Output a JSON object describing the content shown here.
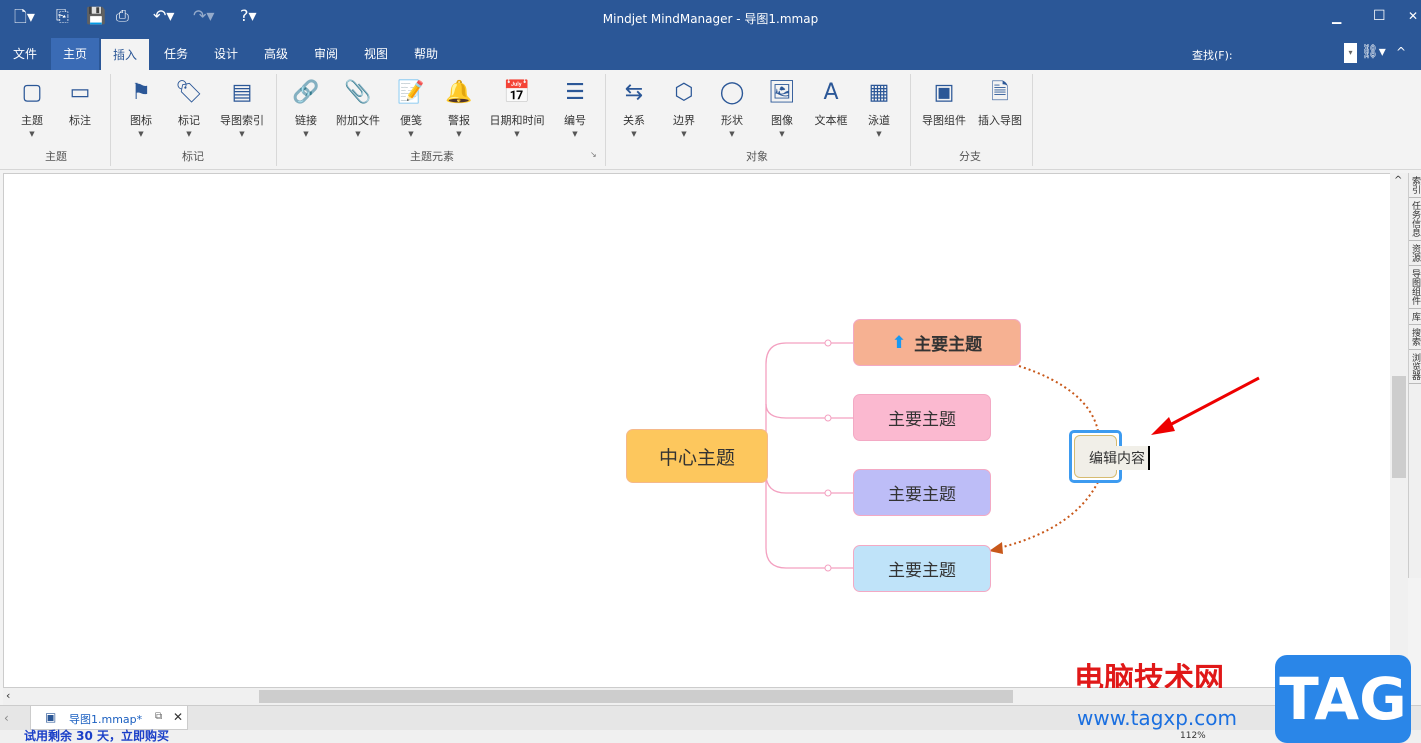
{
  "window": {
    "title": "Mindjet MindManager - 导图1.mmap",
    "min": "▁",
    "max": "☐",
    "close": "✕"
  },
  "quick_access": [
    "new-icon",
    "open-icon",
    "save-icon",
    "print-icon",
    "undo-icon",
    "redo-icon",
    "help-icon"
  ],
  "tabs": [
    "文件",
    "主页",
    "插入",
    "任务",
    "设计",
    "高级",
    "审阅",
    "视图",
    "帮助"
  ],
  "find": {
    "label": "查找(F):",
    "value": ""
  },
  "ribbon": {
    "groups": [
      "主题",
      "标记",
      "主题元素",
      "对象",
      "分支"
    ],
    "buttons": [
      {
        "label": "主题",
        "icon": "▢",
        "dd": true
      },
      {
        "label": "标注",
        "icon": "▭",
        "dd": false
      },
      {
        "label": "图标",
        "icon": "⚑",
        "dd": true
      },
      {
        "label": "标记",
        "icon": "🏷",
        "dd": true
      },
      {
        "label": "导图索引",
        "icon": "▤",
        "dd": true
      },
      {
        "label": "链接",
        "icon": "🔗",
        "dd": true
      },
      {
        "label": "附加文件",
        "icon": "📎",
        "dd": true
      },
      {
        "label": "便笺",
        "icon": "📝",
        "dd": true
      },
      {
        "label": "警报",
        "icon": "🔔",
        "dd": true
      },
      {
        "label": "日期和时间",
        "icon": "📅",
        "dd": true
      },
      {
        "label": "编号",
        "icon": "☰",
        "dd": true
      },
      {
        "label": "关系",
        "icon": "⇆",
        "dd": true
      },
      {
        "label": "边界",
        "icon": "⬡",
        "dd": true
      },
      {
        "label": "形状",
        "icon": "◯",
        "dd": true
      },
      {
        "label": "图像",
        "icon": "🖼",
        "dd": true
      },
      {
        "label": "文本框",
        "icon": "A",
        "dd": false
      },
      {
        "label": "泳道",
        "icon": "▦",
        "dd": true
      },
      {
        "label": "导图组件",
        "icon": "▣",
        "dd": false
      },
      {
        "label": "插入导图",
        "icon": "🗎",
        "dd": false
      }
    ]
  },
  "map": {
    "central": "中心主题",
    "topics": [
      {
        "label": "主要主题",
        "color": "#f6b192",
        "marker": "⬆"
      },
      {
        "label": "主要主题",
        "color": "#fbb9d0"
      },
      {
        "label": "主要主题",
        "color": "#bdbdf7"
      },
      {
        "label": "主要主题",
        "color": "#bfe3f9"
      }
    ],
    "callout": "编辑内容"
  },
  "side_panel": [
    "索引",
    "任务信息",
    "资源",
    "导图组件",
    "库",
    "搜索",
    "浏览器"
  ],
  "doc_tab": "导图1.mmap*",
  "status": {
    "trial": "试用剩余 30 天，立即购买",
    "zoom": "112%"
  },
  "watermark": {
    "text": "电脑技术网",
    "url": "www.tagxp.com",
    "logo": "TAG"
  }
}
